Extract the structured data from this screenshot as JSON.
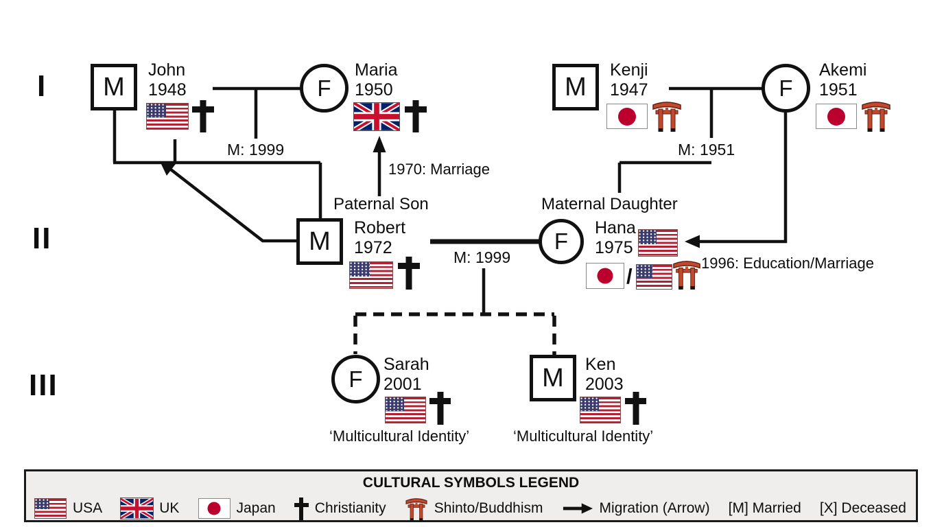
{
  "diagram": {
    "generation_labels": [
      "I",
      "II",
      "III"
    ],
    "people": {
      "john": {
        "symbol": "M",
        "name": "John",
        "year": "1948"
      },
      "maria": {
        "symbol": "F",
        "name": "Maria",
        "year": "1950"
      },
      "kenji": {
        "symbol": "M",
        "name": "Kenji",
        "year": "1947"
      },
      "akemi": {
        "symbol": "F",
        "name": "Akemi",
        "year": "1951"
      },
      "robert": {
        "symbol": "M",
        "name": "Robert",
        "year": "1972",
        "role": "Paternal Son"
      },
      "hana": {
        "symbol": "F",
        "name": "Hana",
        "year": "1975",
        "role": "Maternal Daughter"
      },
      "sarah": {
        "symbol": "F",
        "name": "Sarah",
        "year": "2001",
        "identity_note": "‘Multicultural Identity’"
      },
      "ken": {
        "symbol": "M",
        "name": "Ken",
        "year": "2003",
        "identity_note": "‘Multicultural Identity’"
      }
    },
    "annotations": {
      "john_maria_marriage": "M: 1999",
      "maria_migration": "1970: Marriage",
      "kenji_akemi_marriage": "M: 1951",
      "robert_hana_marriage": "M: 1999",
      "hana_migration": "1996: Education/Marriage",
      "hana_flag_separator": "/"
    }
  },
  "legend": {
    "title": "CULTURAL SYMBOLS LEGEND",
    "items": [
      {
        "icon": "usa-flag",
        "label": "USA"
      },
      {
        "icon": "uk-flag",
        "label": "UK"
      },
      {
        "icon": "japan-flag",
        "label": "Japan"
      },
      {
        "icon": "christianity-cross",
        "label": "Christianity"
      },
      {
        "icon": "torii-gate",
        "label": "Shinto/Buddhism"
      },
      {
        "icon": "migration-arrow",
        "label": "Migration (Arrow)"
      },
      {
        "icon": "none",
        "label": "[M] Married"
      },
      {
        "icon": "none",
        "label": "[X] Deceased"
      }
    ]
  },
  "colors": {
    "line": "#111111",
    "legend_bg": "#efeeec",
    "usa_red": "#B22234",
    "usa_blue": "#3C3B6E",
    "uk_blue": "#012169",
    "uk_red": "#C8102E",
    "japan_red": "#BC002D",
    "torii_red": "#C2492E"
  }
}
